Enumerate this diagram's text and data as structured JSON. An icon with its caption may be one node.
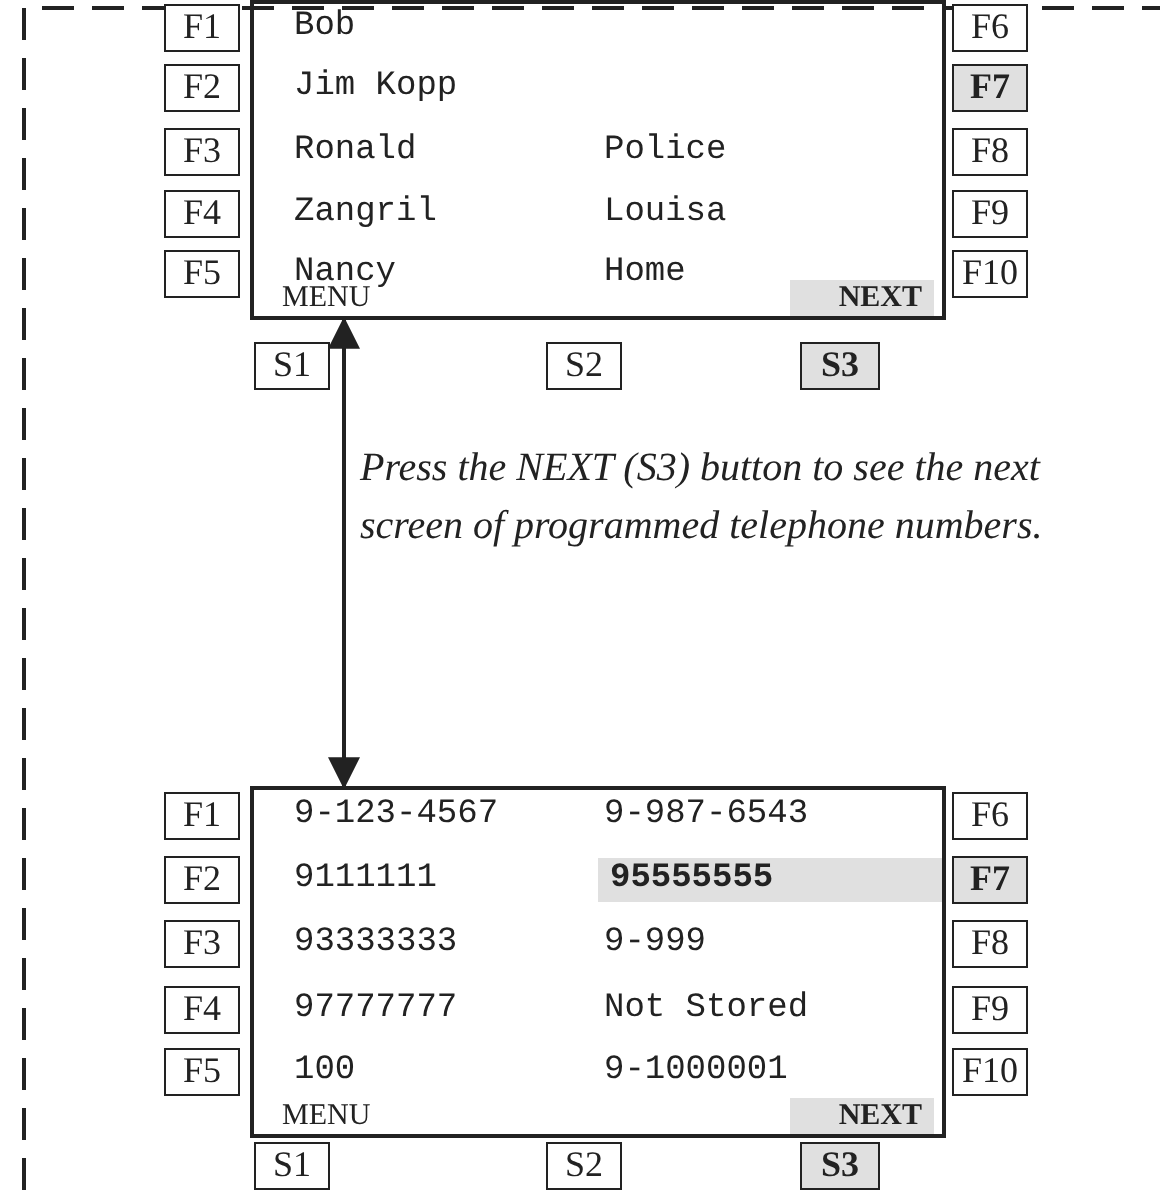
{
  "diagram": {
    "nodes": [
      {
        "text": [
          "Bob",
          "Jim Kopp",
          "Ronald",
          "Police",
          "Zangril",
          "Louisa",
          "Nancy",
          "Home",
          "MENU",
          "NEXT"
        ]
      },
      {
        "text": [
          "9-123-4567",
          "9-987-6543",
          "9111111",
          "95555555",
          "93333333",
          "9-999",
          "97777777",
          "Not Stored",
          "100",
          "9-1000001",
          "MENU",
          "NEXT"
        ]
      }
    ],
    "edges": [
      {
        "from": 0,
        "to": 1,
        "arrow": "both",
        "label": "Press the NEXT (S3) button to see the next screen of programmed telephone numbers."
      }
    ],
    "labels": [
      "F1",
      "F6",
      "F2",
      "F7",
      "F3",
      "F8",
      "F4",
      "F9",
      "F5",
      "F10",
      "S1",
      "S2",
      "S3",
      "F1",
      "F6",
      "F2",
      "F7",
      "F3",
      "F8",
      "F4",
      "F9",
      "F5",
      "F10",
      "S1",
      "S2",
      "S3"
    ]
  }
}
